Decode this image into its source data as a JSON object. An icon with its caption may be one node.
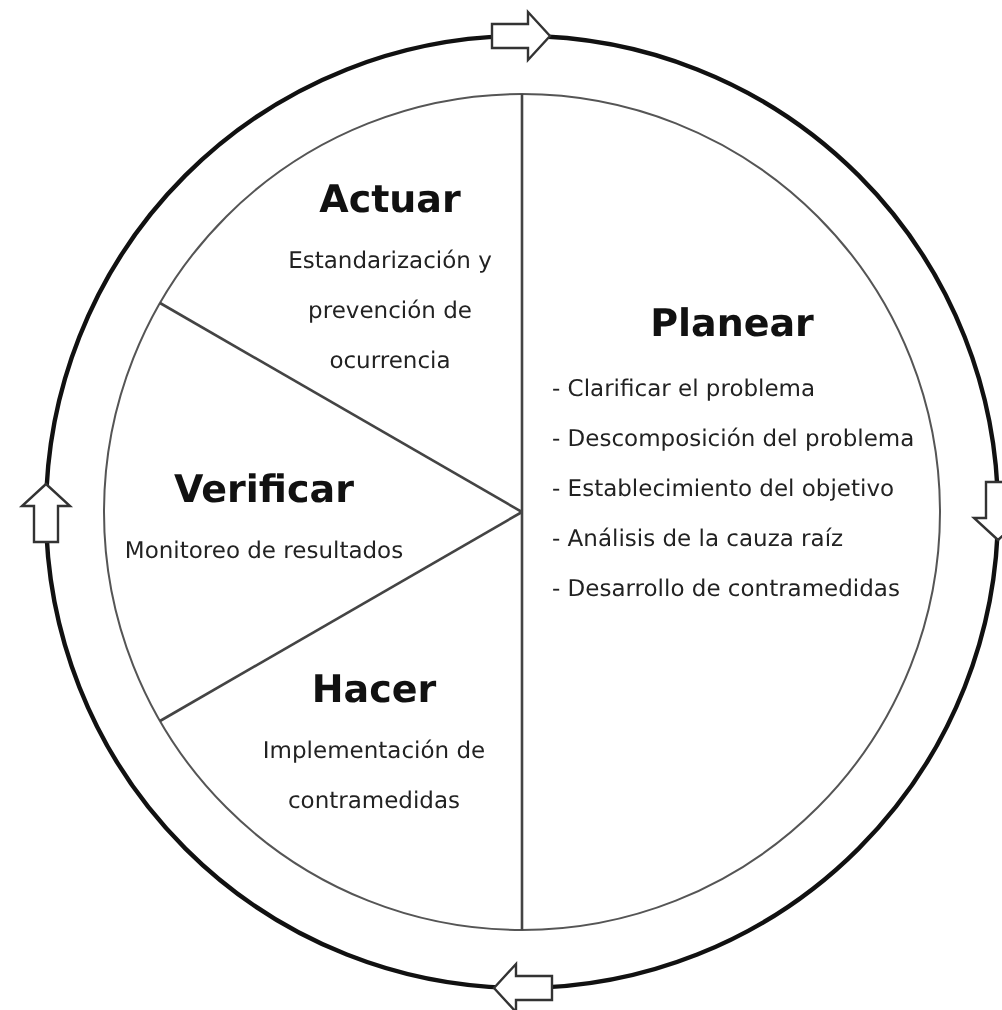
{
  "diagram": {
    "nodes": [
      {
        "text": [
          "Actuar",
          "Estandarización y prevención de ocurrencia"
        ]
      },
      {
        "text": [
          "Planear",
          "- Clarificar el problema",
          "- Descomposición del problema",
          "- Establecimiento del objetivo",
          "- Análisis de la cauza raíz",
          "- Desarrollo de contramedidas"
        ]
      },
      {
        "text": [
          "Verificar",
          "Monitoreo de resultados"
        ]
      },
      {
        "text": [
          "Hacer",
          "Implementación de contramedidas"
        ]
      }
    ]
  }
}
